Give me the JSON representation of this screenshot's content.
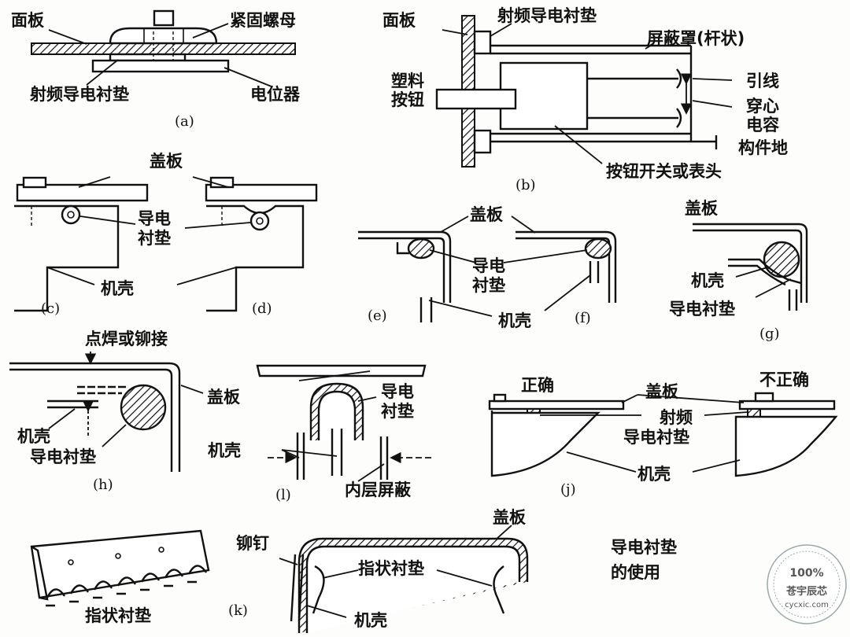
{
  "a": {
    "panel": "面板",
    "nut": "紧固螺母",
    "gasket": "射频导电衬垫",
    "pot": "电位器",
    "caption": "(a)"
  },
  "b": {
    "panel": "面板",
    "gasket": "射频导电衬垫",
    "shield": "屏蔽罩(杆状)",
    "plastic1": "塑料",
    "plastic2": "按钮",
    "lead": "引线",
    "feed1": "穿心",
    "feed2": "电容",
    "ground": "构件地",
    "switch": "按钮开关或表头",
    "caption": "(b)"
  },
  "cd": {
    "cover": "盖板",
    "gasket1": "导电",
    "gasket2": "衬垫",
    "housing": "机壳",
    "caption_c": "(c)",
    "caption_d": "(d)"
  },
  "ef": {
    "cover": "盖板",
    "gasket1": "导电",
    "gasket2": "衬垫",
    "housing": "机壳",
    "caption_e": "(e)",
    "caption_f": "(f)"
  },
  "g": {
    "cover": "盖板",
    "housing": "机壳",
    "gasket": "导电衬垫",
    "caption": "(g)"
  },
  "h": {
    "weld": "点焊或铆接",
    "cover": "盖板",
    "housing": "机壳",
    "gasket": "导电衬垫",
    "caption": "(h)"
  },
  "i": {
    "gasket1": "导电",
    "gasket2": "衬垫",
    "housing": "机壳",
    "inner": "内层屏蔽",
    "caption": "(l)"
  },
  "j": {
    "correct": "正确",
    "incorrect": "不正确",
    "cover": "盖板",
    "rf1": "射频",
    "rf2": "导电衬垫",
    "housing": "机壳",
    "caption": "(j)"
  },
  "k": {
    "finger": "指状衬垫",
    "rivet": "铆钉",
    "cover": "盖板",
    "finger2": "指状衬垫",
    "housing": "机壳",
    "caption": "(k)"
  },
  "footer": {
    "line1": "导电衬垫",
    "line2": "的使用"
  },
  "watermark": {
    "percent": "100%",
    "brand": "苍宇辰芯",
    "site": "cycxic.com"
  }
}
